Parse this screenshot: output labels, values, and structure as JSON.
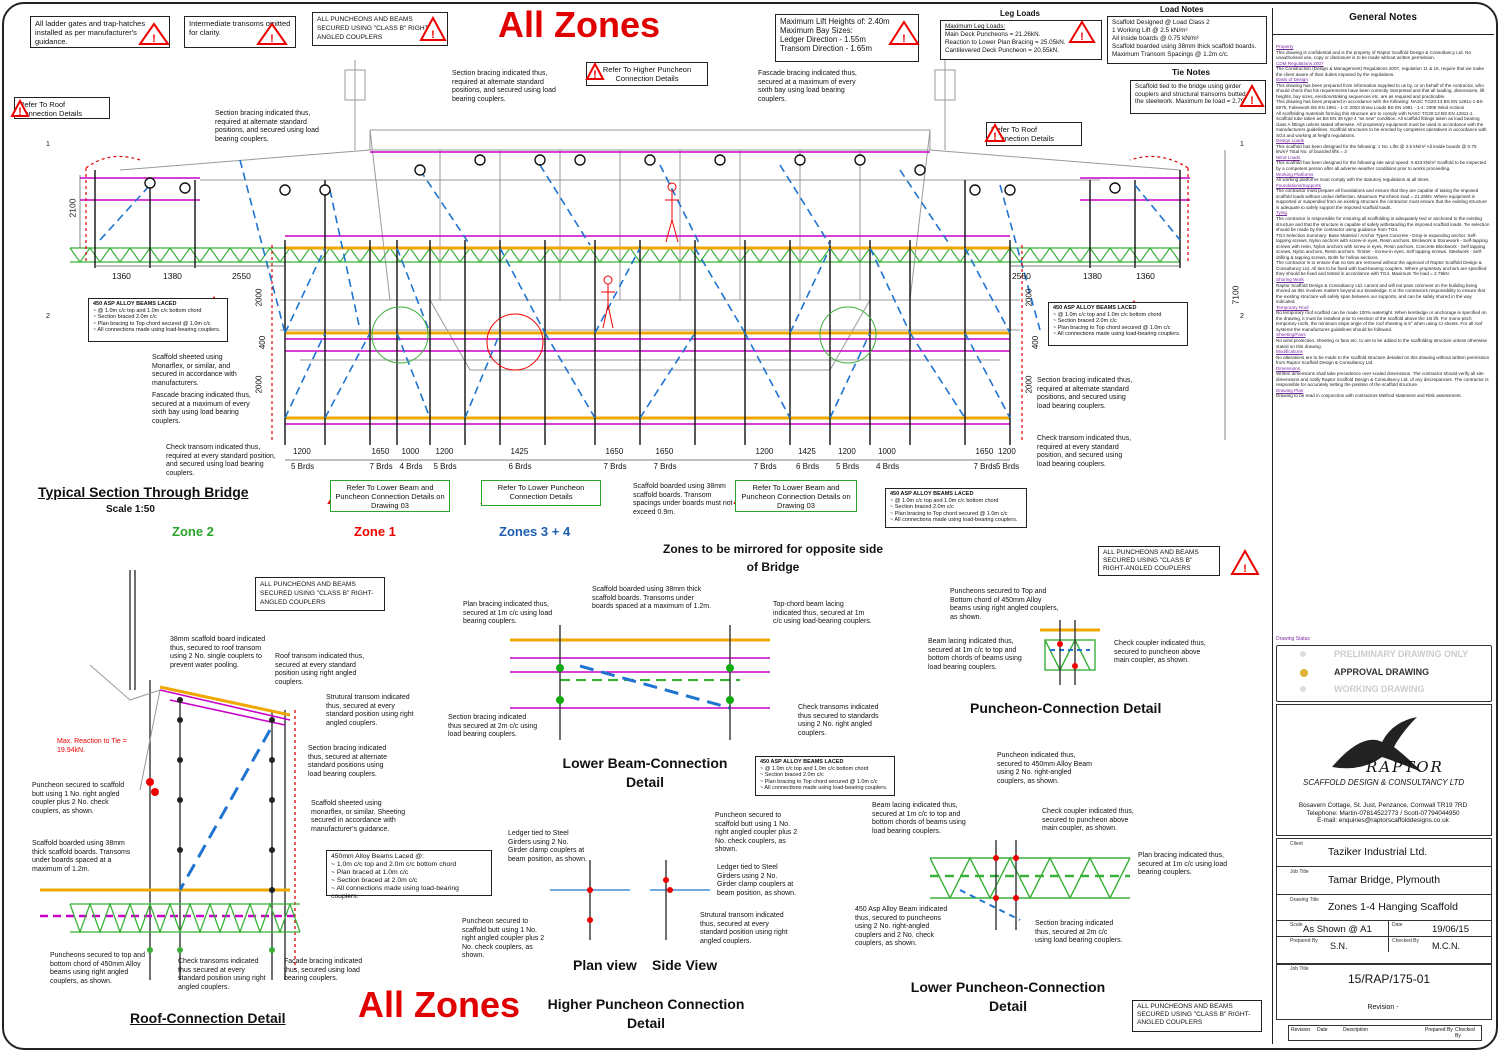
{
  "titles": {
    "all_zones": "All Zones",
    "section_title": "Typical Section Through Bridge",
    "scale": "Scale 1:50",
    "zone2": "Zone 2",
    "zone1": "Zone 1",
    "zones34": "Zones 3 + 4",
    "mirror": "Zones to be mirrored for opposite side of Bridge",
    "roof_detail": "Roof-Connection Detail",
    "lower_beam_detail": "Lower Beam-Connection Detail",
    "puncheon_detail": "Puncheon-Connection Detail",
    "plan_view": "Plan view",
    "side_view": "Side View",
    "higher_puncheon": "Higher Puncheon Connection Detail",
    "lower_puncheon": "Lower Puncheon-Connection Detail"
  },
  "callouts": {
    "ladder": "All ladder gates and trap-hatches installed as per manufacturer's guidance.",
    "transoms": "Intermediate transoms omitted for clarity.",
    "class_b": "ALL PUNCHEONS AND BEAMS SECURED USING \"CLASS B\" RIGHT-ANGLED COUPLERS",
    "roof_conn": "Refer To Roof Connection Details",
    "higher_punch": "Refer To Higher Puncheon Connection Details",
    "lower_beam": "Refer To Lower Beam and Puncheon Connection Details on Drawing 03",
    "lower_punch": "Refer To Lower Puncheon Connection Details",
    "max_lift": "Maximum Lift Heights of: 2.40m\nMaximum Bay Sizes:\nLedger Direction - 1.55m\nTransom Direction - 1.65m"
  },
  "load_notes": {
    "header": "Leg Loads",
    "title": "Maximum Leg Loads:",
    "l1": "Main Deck Puncheons = 21.26kN.",
    "l2": "Reaction to Lower Plan Bracing = 25.05kN.",
    "l3": "Cantilevered Deck Puncheon = 20.55kN.",
    "header2": "Load Notes",
    "d1": "Scaffold Designed @ Load Class 2",
    "d2": "1 Working Lift @ 2.5 kN/m²",
    "d3": "All inside boards @ 0.75 kN/m²",
    "d4": "Scaffold boarded using 38mm thick scaffold boards.",
    "d5": "Maximum Transom Spacings @ 1.2m c/c.",
    "tie_header": "Tie Notes",
    "tie": "Scaffold tied to the bridge using girder couplers and structural transoms butted to the steelwork. Maximum tie load = 2.79kN."
  },
  "beam_note": [
    "450 ASP ALLOY BEAMS LACED",
    "~ @ 1.0m c/c top and 1.0m c/c bottom chord",
    "~ Section braced 2.0m c/c",
    "~ Plan bracing to Top chord secured @ 1.0m c/c",
    "~ All connections made using load-bearing couplers."
  ],
  "notes": {
    "n1": "Section bracing indicated thus, required at alternate standard positions, and secured using load bearing couplers.",
    "n2": "Fascade bracing indicated thus, secured at a maximum of every sixth bay using load bearing couplers.",
    "n3": "Scaffold sheeted using Monarflex, or similar, and secured in accordance with manufacturers.",
    "n4": "Check transom indicated thus, required at every standard position, and secured using load bearing couplers.",
    "n5": "Scaffold boarded using 38mm scaffold boards. Transom spacings under boards must not exceed 0.9m."
  },
  "dims": {
    "left": [
      "1360",
      "1380",
      "2550"
    ],
    "right": [
      "2550",
      "1380",
      "1360"
    ],
    "bays": [
      "1200",
      "1650",
      "1000",
      "1200",
      "1425",
      "1650",
      "1650",
      "1200",
      "1425",
      "1200",
      "1000",
      "1650",
      "1200"
    ],
    "boards": [
      "5 Brds",
      "7 Brds",
      "4 Brds",
      "5 Brds",
      "6 Brds",
      "7 Brds",
      "7 Brds",
      "7 Brds",
      "6 Brds",
      "5 Brds",
      "4 Brds",
      "7 Brds",
      "5 Brds"
    ],
    "h2100": "2100",
    "h7100": "7100",
    "h2000": "2000",
    "h400": "400",
    "marker1": "1",
    "marker2": "2"
  },
  "general_notes": {
    "title": "General Notes",
    "body": [
      [
        "h",
        "Property"
      ],
      [
        "t",
        "This drawing is confidential and is the property of Raptor Scaffold Design & Consultancy Ltd. No unauthorised use, copy or disclosure is to be made without written permission."
      ],
      [
        "h",
        "CDM Regulations 2007"
      ],
      [
        "t",
        "The Construction (Design & Management) Regulations 2007, regulation 11 & 18, require that we make the client aware of their duties imposed by the regulations."
      ],
      [
        "h",
        "Basis of Design"
      ],
      [
        "t",
        "This drawing has been prepared from information supplied to us by, or on behalf of the contractor, who should check that his requirements have been correctly interpreted and that all loading, dimensions, lift heights, bay sizes, erection/striking sequences etc. are as required and practicable."
      ],
      [
        "t",
        "This drawing has been prepared in accordance with the following: NASC TG20:13 BS EN 12811-1 BS 5975, Falsework BS EN 1991 - 1-3: 2003 Snow Loads BS EN 1991 - 1-4: 2005 Wind Actions"
      ],
      [
        "t",
        "All scaffolding materials forming this structure are to comply with NASC TG20:13 BS EN 12811-1. Scaffold tube taken as BS EN 39 type 4 \"as new\" condition. All scaffold fittings taken as load bearing class A fittings unless stated otherwise. All proprietary equipment must be used in accordance with the manufacturers guidelines. Scaffold structures to be erected by competent operatives in accordance with SG4 and working at height regulations."
      ],
      [
        "h",
        "Design Loads"
      ],
      [
        "t",
        "This scaffold has been designed for the following: 1 No. Lifts @ 2.5 kN/m² All inside boards @ 0.75 kN/m² Total No. of boarded lifts = 3"
      ],
      [
        "h",
        "Wind Loads"
      ],
      [
        "t",
        "This scaffold has been designed for the following site wind speed: 0.623 kN/m² Scaffold to be inspected by a competent person after all adverse weather conditions prior to works proceeding."
      ],
      [
        "h",
        "Working Platforms"
      ],
      [
        "t",
        "All working platforms must comply with the statutory regulations at all times."
      ],
      [
        "h",
        "Foundations/Supports"
      ],
      [
        "t",
        "The contractor must prepare all foundations and ensure that they are capable of taking the imposed scaffold loads without undue deflection. Maximum Puncheon load = 21.26kN. Where equipment is supported or suspended from an existing structure the contractor must ensure that the existing structure is adequate to safely support the imposed scaffold loads."
      ],
      [
        "h",
        "Tying"
      ],
      [
        "t",
        "The contractor is responsible for ensuring all scaffolding is adequately tied or anchored to the existing structure and that the structure is capable of safely withstanding the imposed scaffold loads. Tie selection should be made by the contractor using guidance from TG4."
      ],
      [
        "t",
        "TG4 Selection Summary: Base Material / Anchor Types  Concrete - Drop-in expanding anchor, Self-tapping screws, Nylon anchors with screw-in eyes, Resin anchors. Brickwork & Stonework - Self-tapping screws with resin, Nylon anchors with screw in eyes, Resin anchors. Concrete Blockwork - Self tapping screws, Nylon anchors, Resin anchors. Timber - Screw-in eyes, Self tapping screws. Steelwork - Self-drilling & tapping screws, Bolts for hollow sections."
      ],
      [
        "t",
        "The contractor is to ensure that no ties are removed without the approval of Raptor Scaffold Design & Consultancy Ltd. All ties to be fixed with load-bearing couplers. Where proprietary anchors are specified they should be fixed and tested in accordance with TG4. Maximum Tie load = 2.79kN."
      ],
      [
        "h",
        "Shoring Work"
      ],
      [
        "t",
        "Raptor Scaffold Design & Consultancy Ltd. cannot and will not pass comment on the building being shored as this involves matters beyond our knowledge. It is the contractors responsibility to ensure that the existing structure will safely span between our supports, and can be safely shored in the way indicated."
      ],
      [
        "h",
        "Temporary Roof"
      ],
      [
        "t",
        "No temporary roof scaffold can be made 100% watertight. When kentledge or anchorage is specified on the drawing, it must be installed prior to erection of the scaffold above the 1st lift. For mono-pitch temporary roofs, the minimum slope angle of the roof sheeting is 5° when using CI sheets. For all roof systems the manufactures guidelines should be followed."
      ],
      [
        "h",
        "Sheeting/Fans"
      ],
      [
        "t",
        "No wind protection, sheeting or fans etc. to are to be added to the scaffolding structure unless otherwise stated on this drawing."
      ],
      [
        "h",
        "Modifications"
      ],
      [
        "t",
        "No alterations are to be made to the scaffold structure detailed on this drawing without written permission from Raptor Scaffold Design & Consultancy Ltd."
      ],
      [
        "h",
        "Dimensions"
      ],
      [
        "t",
        "Written dimensions shall take precedence over scaled dimensions. The contractor should verify all site dimensions and notify Raptor Scaffold Design & Consultancy Ltd. of any discrepancies. The contractor is responsible for accurately setting the position of the scaffold structure."
      ],
      [
        "h",
        "Drawing Plan"
      ],
      [
        "t",
        "Drawing to be read in conjunction with contractors Method statement and Risk assessment."
      ]
    ]
  },
  "status": {
    "label": "Drawing Status",
    "prelim": "PRELIMINARY DRAWING ONLY",
    "approval": "APPROVAL DRAWING",
    "working": "WORKING DRAWING"
  },
  "company": {
    "name": "RAPTOR",
    "sub": "SCAFFOLD DESIGN & CONSULTANCY LTD",
    "address": "Bosavern Cottage, St. Just, Penzance, Cornwall TR19 7RD",
    "phone": "Telephone: Martin-07814522773 / Scott-07794044950",
    "email": "E-mail: enquiries@raptorscaffolddesigns.co.uk"
  },
  "titleblock": {
    "client_lbl": "Client",
    "client": "Taziker Industrial Ltd.",
    "job_lbl": "Job Title",
    "job": "Tamar Bridge, Plymouth",
    "dtitle_lbl": "Drawing Title",
    "dtitle": "Zones 1-4 Hanging Scaffold",
    "scale_lbl": "Scale",
    "scale": "As Shown @ A1",
    "date_lbl": "Date",
    "date": "19/06/15",
    "prep_lbl": "Prepared By",
    "prep": "S.N.",
    "chk_lbl": "Checked By",
    "chk": "M.C.N.",
    "jobno_lbl": "Job Title",
    "jobno": "15/RAP/175-01",
    "rev_lbl": "Revision -",
    "rev_cols": [
      "Revision",
      "Date",
      "Description",
      "Prepared By",
      "Checked By"
    ]
  },
  "detail_notes": {
    "r1": "38mm scaffold board indicated thus, secured to roof transom using 2 No. single couplers to prevent water pooling.",
    "r2": "Roof transom indicated thus, secured at every standard position using right angled couplers.",
    "r3": "Strutural transom indicated thus, secured at every standard position using right angled couplers.",
    "r4": "Section bracing indicated thus, secured at alternate standard positions using load bearing couplers.",
    "r5": "Scaffold sheeted using monarflex, or similar. Sheeting secured in accordance with manufacturer's guidance.",
    "r6": "Max. Reaction to Tie = 19.94kN.",
    "r7": "Puncheon secured to scaffold butt using 1 No. right angled coupler plus 2 No. check couplers, as shown.",
    "r8": "Scaffold boarded using 38mm thick scaffold boards. Transoms under boards spaced at a maximum of 1.2m.",
    "r9": "Puncheons secured to top and bottom chord of 450mm Alloy beams using right angled couplers, as shown.",
    "r10": "Check transoms indicated thus secured at every standard position using right angled couplers.",
    "r11": "Facade bracing indicated thus, secured using load bearing couplers.",
    "rbox": "450mm Alloy Beams Laced @:\n~ 1.0m c/c top and 2.0m c/c bottom chord\n~ Plan braced at 1.0m c/c\n~ Section braced at 2.0m c/c\n~ All connections made using load-bearing couplers.",
    "b1": "Scaffold boarded using 38mm thick scaffold boards. Transoms under boards spaced at a maximum of 1.2m.",
    "b2": "Plan bracing indicated thus, secured at 1m c/c using load bearing couplers.",
    "b3": "Top-chord beam lacing indicated thus, secured at 1m c/c using load-bearing couplers.",
    "b4": "Section bracing indicated thus secured at 2m c/c using load bearing couplers.",
    "b5": "Check transoms indicated thus secured to standards using 2 No. right angled couplers.",
    "p1": "Puncheons secured to Top and Bottom chord of 450mm Alloy beams using right angled couplers, as shown.",
    "p2": "Beam lacing indicated thus, secured at 1m c/c to top and bottom chords of beams using load bearing couplers.",
    "p3": "Check coupler indicated thus, secured to puncheon above main coupler, as shown.",
    "h1": "Ledger tied to Steel Girders using 2 No. Girder clamp couplers at beam position, as shown.",
    "h2": "Puncheon secured to scaffold butt using 1 No. right angled coupler plus 2 No. check couplers, as shown.",
    "h3": "Strutural transom indicated thus, secured at every standard position using right angled couplers.",
    "lp1": "Puncheon indicated thus, secured to 450mm Alloy Beam using 2 No. right-angled couplers, as shown.",
    "lp2": "Beam lacing indicated thus, secured at 1m c/c to top and bottom chords of beams using load bearing couplers.",
    "lp3": "Check coupler indicated thus, secured to puncheon above main coupler, as shown.",
    "lp4": "Plan bracing indicated thus, secured at 1m c/c using load bearing couplers.",
    "lp5": "450 Asp Alloy Beam indicated thus, secured to puncheons using 2 No. right-angled couplers and 2 No. check couplers, as shown.",
    "lp6": "Section bracing indicated thus, secured at 2m c/c using load bearing couplers."
  }
}
